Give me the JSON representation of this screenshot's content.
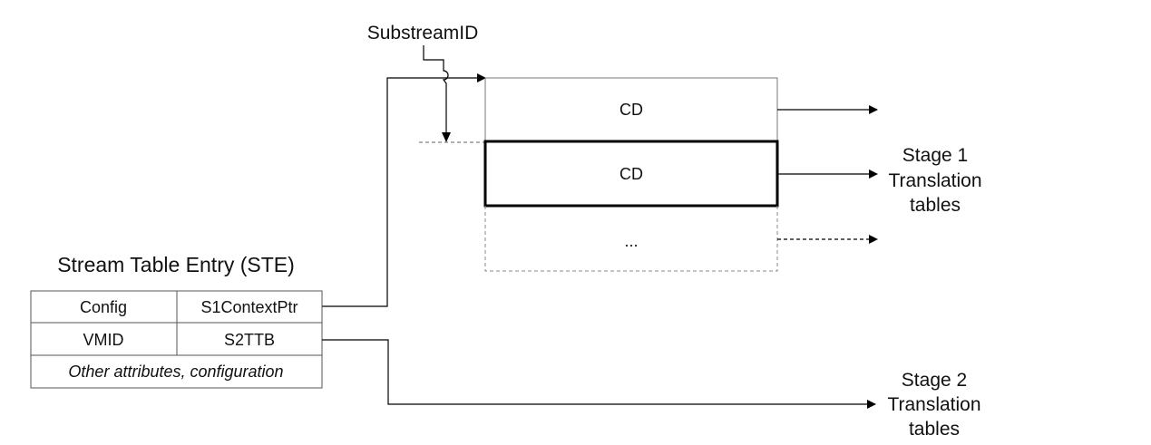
{
  "substream_label": "SubstreamID",
  "cd_table": {
    "entries": [
      "CD",
      "CD",
      "..."
    ]
  },
  "stage1_label": [
    "Stage 1",
    "Translation",
    "tables"
  ],
  "stage2_label": [
    "Stage 2",
    "Translation",
    "tables"
  ],
  "ste": {
    "title": "Stream Table Entry (STE)",
    "row1": [
      "Config",
      "S1ContextPtr"
    ],
    "row2": [
      "VMID",
      "S2TTB"
    ],
    "row3": "Other attributes, configuration"
  }
}
